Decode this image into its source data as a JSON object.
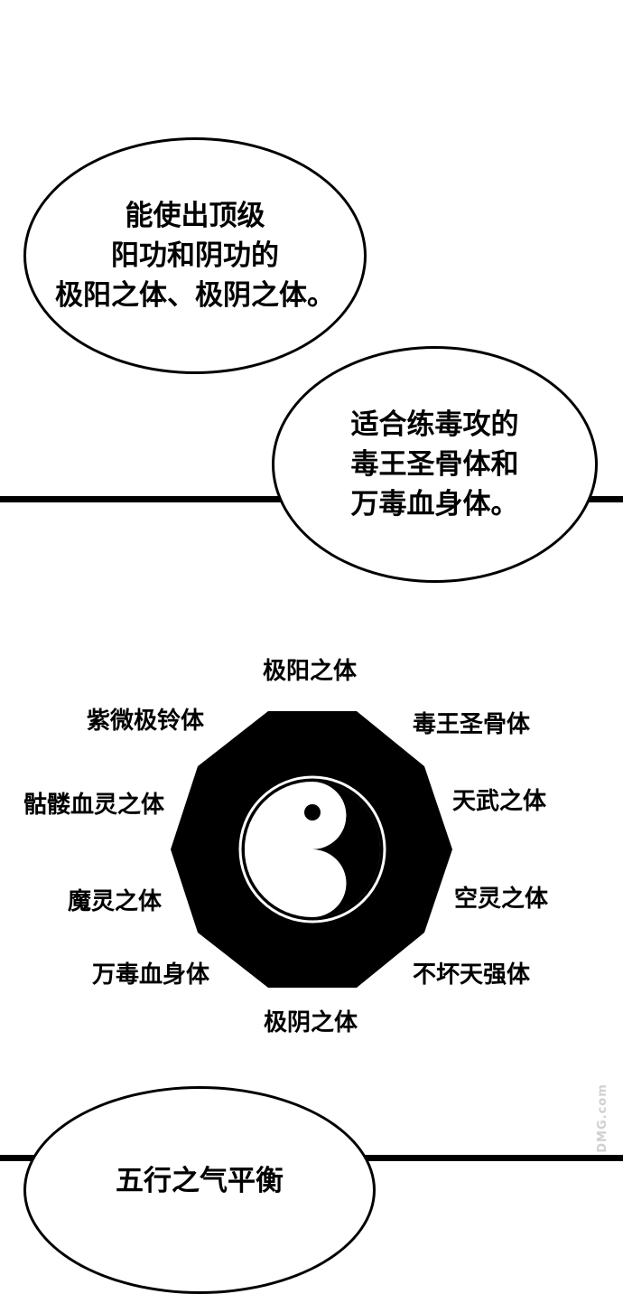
{
  "bubble1": {
    "lines": [
      "能使出顶级",
      "阳功和阴功的",
      "极阳之体、极阴之体。"
    ]
  },
  "bubble2": {
    "lines": [
      "适合练毒攻的",
      "毒王圣骨体和",
      "万毒血身体。"
    ]
  },
  "bubble3": {
    "lines": [
      "五行之气平衡"
    ]
  },
  "diagram": {
    "labels": {
      "top": "极阳之体",
      "top_left": "紫微极铃体",
      "top_right": "毒王圣骨体",
      "left_upper": "骷髅血灵之体",
      "right_upper": "天武之体",
      "left_lower": "魔灵之体",
      "right_lower": "空灵之体",
      "bottom_left": "万毒血身体",
      "bottom_right": "不坏天强体",
      "bottom": "极阴之体"
    }
  },
  "watermark": {
    "text": "DMG.com"
  }
}
